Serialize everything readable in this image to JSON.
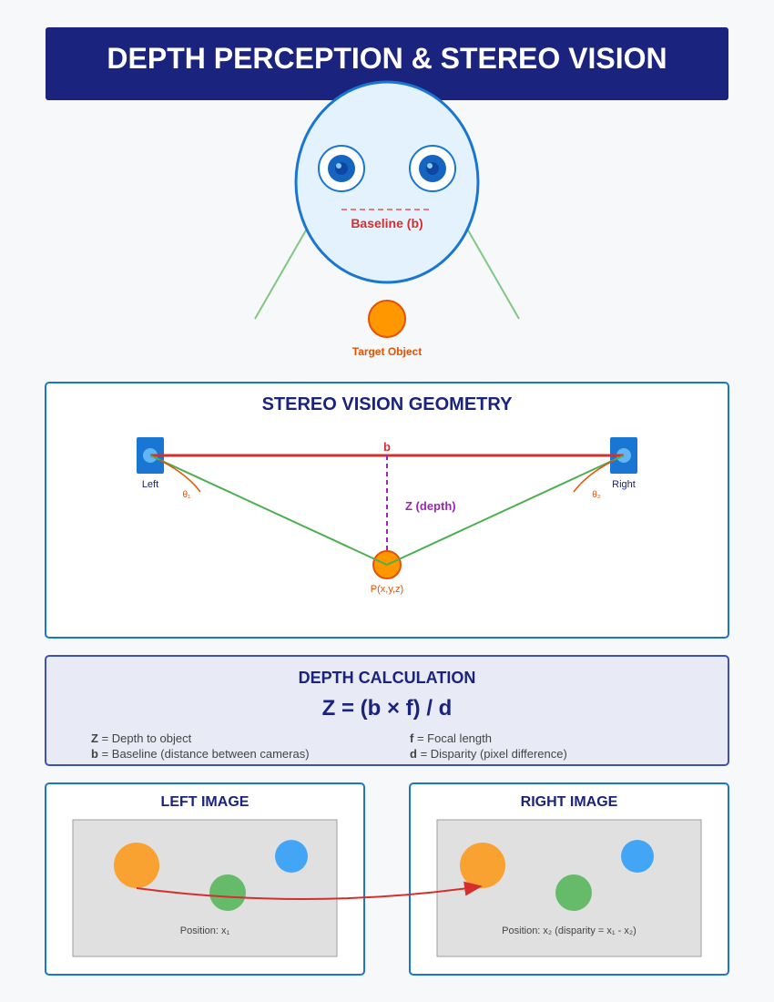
{
  "title": "DEPTH PERCEPTION & STEREO VISION",
  "head_diagram": {
    "baseline_label": "Baseline (b)",
    "target_label": "Target Object"
  },
  "geometry": {
    "title": "STEREO VISION GEOMETRY",
    "b_label": "b",
    "left_label": "Left",
    "right_label": "Right",
    "theta1_label": "θ₁",
    "theta2_label": "θ₂",
    "depth_label": "Z (depth)",
    "point_label": "P(x,y,z)"
  },
  "depth_calc": {
    "title": "DEPTH CALCULATION",
    "formula": "Z = (b × f) / d",
    "legend": [
      {
        "symbol": "Z",
        "text": " = Depth to object"
      },
      {
        "symbol": "f",
        "text": " = Focal length"
      },
      {
        "symbol": "b",
        "text": " = Baseline (distance between cameras)"
      },
      {
        "symbol": "d",
        "text": " = Disparity (pixel difference)"
      }
    ]
  },
  "left_image": {
    "title": "LEFT IMAGE",
    "position_label": "Position: x₁"
  },
  "right_image": {
    "title": "RIGHT IMAGE",
    "position_label": "Position: x₂ (disparity = x₁ - x₂)"
  },
  "colors": {
    "navy": "#1a237e",
    "blue": "#1976d2",
    "red": "#d32f2f",
    "green": "#4caf50",
    "orange": "#ff9800",
    "dark_orange": "#e65100",
    "purple": "#9c27b0",
    "scene_orange": "#f9a231",
    "scene_green": "#66bb6a",
    "scene_blue": "#42a5f5"
  }
}
